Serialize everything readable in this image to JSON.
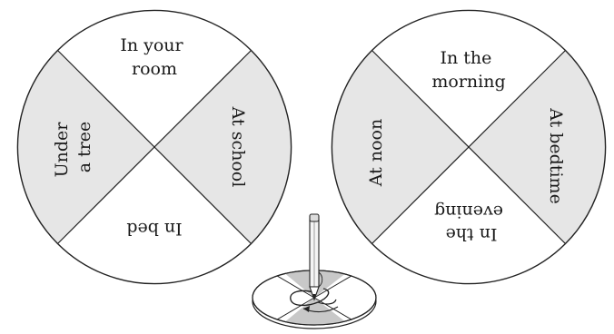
{
  "wheels": [
    {
      "name": "places-wheel",
      "shaded_color": "#e6e6e6",
      "sectors": {
        "top": [
          "In your",
          "room"
        ],
        "right": [
          "At school"
        ],
        "bottom": [
          "In bed"
        ],
        "left": [
          "Under",
          "a tree"
        ]
      }
    },
    {
      "name": "times-wheel",
      "shaded_color": "#e6e6e6",
      "sectors": {
        "top": [
          "In the",
          "morning"
        ],
        "right": [
          "At bedtime"
        ],
        "bottom": [
          "In the",
          "evening"
        ],
        "left": [
          "At noon"
        ]
      }
    }
  ],
  "spinner": {
    "icon": "pencil-paperclip-spinner-icon",
    "shaded_color": "#c8c8c8"
  }
}
